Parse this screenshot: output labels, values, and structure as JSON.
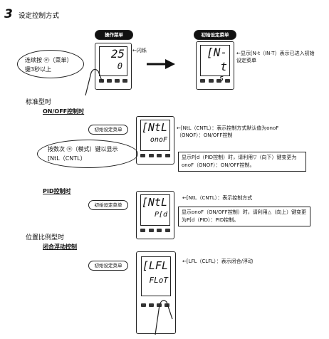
{
  "step": {
    "number": "3",
    "title": "设定控制方式"
  },
  "top": {
    "left_tag": "操作菜单",
    "right_tag": "初始设定菜单",
    "left_display": {
      "line1": "25",
      "line2": "0"
    },
    "right_display": {
      "line1": "[N-t",
      "line2": "5"
    },
    "blink_label": "←闪烁",
    "hold_callout": "连续按 ⓜ（菜单）键3秒以上",
    "right_caption": "←显示[N-t（IN-T）表示已进入初始设定菜单"
  },
  "standard": {
    "heading": "标准型时",
    "onoff": {
      "title": "ON/OFF控制时",
      "tag": "初始设定菜单",
      "display": {
        "line1": "[NtL",
        "line2": "onoF"
      },
      "caption": "←[NtL（CNTL）：表示控制方式默认值为onoF（ONOF）：ON/OFF控制",
      "callout": "按数次 ⓜ（模式）键以显示[NtL（CNTL）",
      "note": "显示P[d（PID控制）时，请利用▽（向下）键变更为onoF（ONOF）：ON/OFF控制。"
    },
    "pid": {
      "title": "PID控制时",
      "tag": "初始设定菜单",
      "display": {
        "line1": "[NtL",
        "line2": "P[d"
      },
      "caption": "←[NtL（CNTL）：表示控制方式",
      "note": "显示onoF（ON/OFF控制）时，请利用△（向上）键变更为P[d（PID）：PID控制。"
    }
  },
  "position": {
    "heading": "位置比例型时",
    "closed": {
      "title": "闭合浮动控制",
      "tag": "初始设定菜单",
      "display": {
        "line1": "[LFL",
        "line2": "FLoT"
      },
      "caption": "←[LFL（CLFL）：表示闭合/浮动"
    }
  }
}
